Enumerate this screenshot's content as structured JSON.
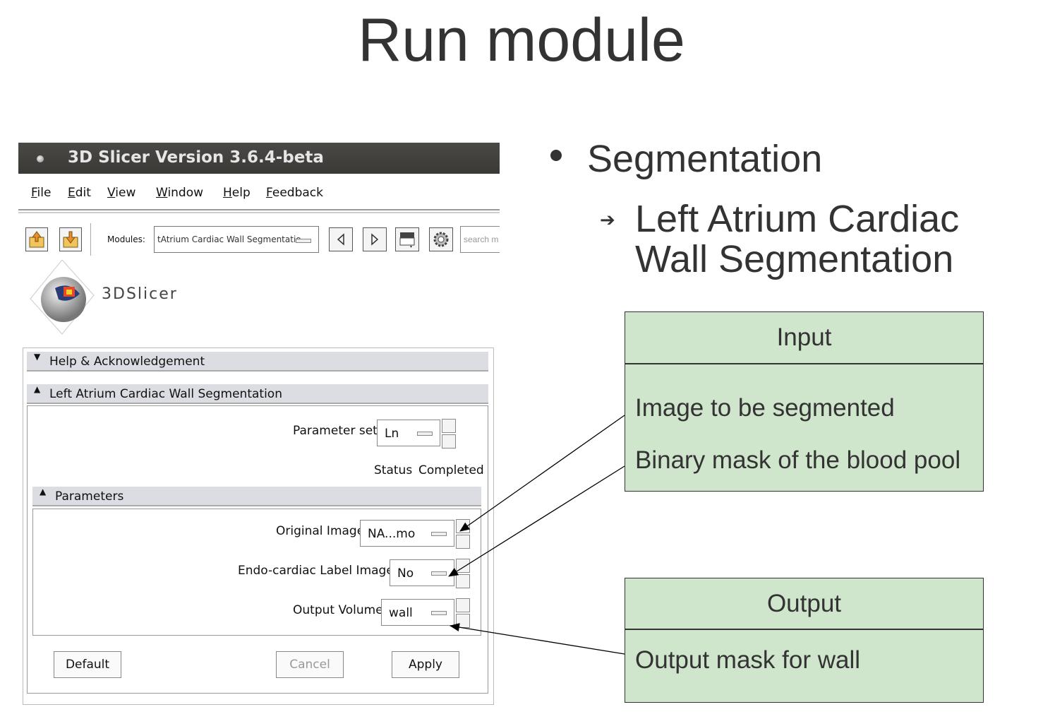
{
  "slide": {
    "title": "Run module"
  },
  "window": {
    "title": "3D Slicer Version 3.6.4-beta",
    "menu": [
      "File",
      "Edit",
      "View",
      "Window",
      "Help",
      "Feedback"
    ],
    "toolbar": {
      "modules_label": "Modules:",
      "module_value": "tAtrium Cardiac Wall Segmentatio",
      "search_placeholder": "search m"
    },
    "logo_text": "3DSlicer",
    "sections": {
      "help": "Help & Acknowledgement",
      "module": "Left Atrium Cardiac Wall Segmentation",
      "parameters": "Parameters"
    },
    "parameter_set": {
      "label": "Parameter set",
      "value": "Ln"
    },
    "status": {
      "label": "Status",
      "value": "Completed"
    },
    "fields": [
      {
        "label": "Original Image",
        "value": "NA...mo"
      },
      {
        "label": "Endo-cardiac Label Image",
        "value": "No"
      },
      {
        "label": "Output Volume",
        "value": "wall"
      }
    ],
    "buttons": {
      "default": "Default",
      "cancel": "Cancel",
      "apply": "Apply"
    }
  },
  "bullets": {
    "level1": "Segmentation",
    "level2": "Left Atrium Cardiac Wall Segmentation"
  },
  "input_box": {
    "header": "Input",
    "lines": [
      "Image to be segmented",
      "Binary mask of the blood pool"
    ]
  },
  "output_box": {
    "header": "Output",
    "lines": [
      "Output mask for wall"
    ]
  },
  "colors": {
    "box_fill": "#cfe5cc",
    "titlebar": "#3f3e3b",
    "section_header": "#dcdde2"
  }
}
